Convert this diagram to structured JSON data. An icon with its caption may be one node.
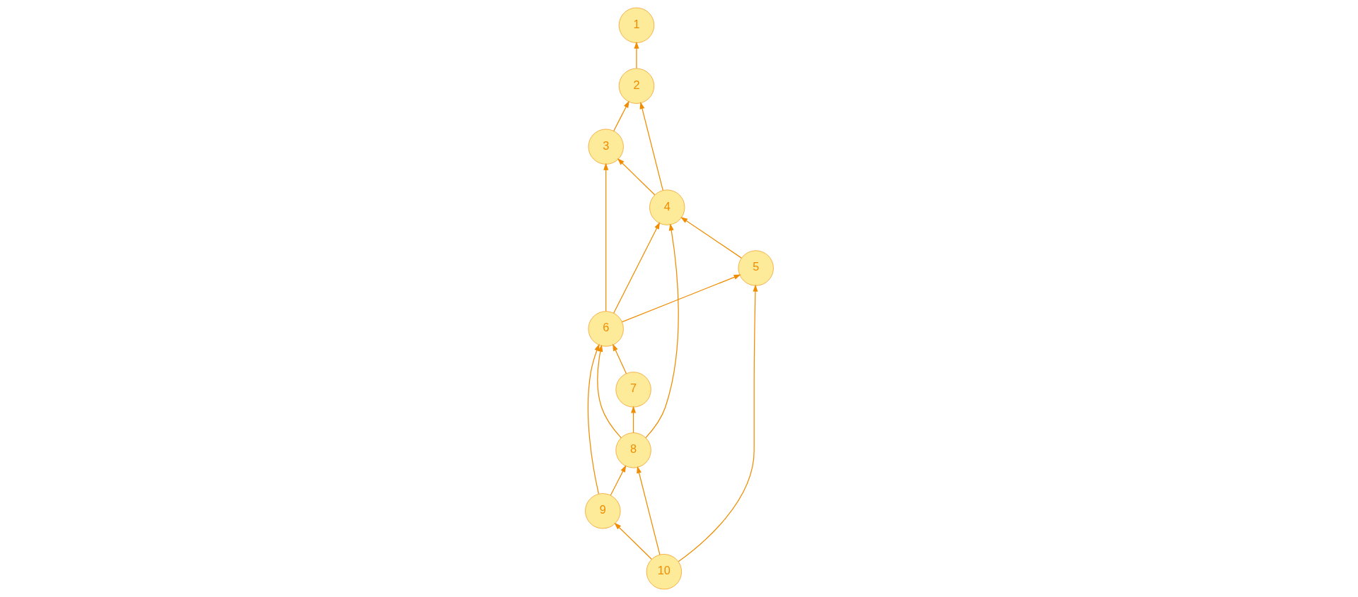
{
  "diagram": {
    "nodes": [
      {
        "text": [
          "1"
        ]
      },
      {
        "text": [
          "2"
        ]
      },
      {
        "text": [
          "3"
        ]
      },
      {
        "text": [
          "4"
        ]
      },
      {
        "text": [
          "5"
        ]
      },
      {
        "text": [
          "6"
        ]
      },
      {
        "text": [
          "7"
        ]
      },
      {
        "text": [
          "8"
        ]
      },
      {
        "text": [
          "9"
        ]
      },
      {
        "text": [
          "10"
        ]
      }
    ],
    "edges": [
      {
        "from": 2,
        "to": 1,
        "arrow": "to"
      },
      {
        "from": 5,
        "to": 2,
        "arrow": "to"
      },
      {
        "from": 5,
        "to": 4,
        "arrow": "to"
      },
      {
        "from": 5,
        "to": 3,
        "arrow": "to"
      },
      {
        "from": 1,
        "to": 0,
        "arrow": "to"
      },
      {
        "from": 3,
        "to": 1,
        "arrow": "to"
      },
      {
        "from": 3,
        "to": 2,
        "arrow": "to"
      },
      {
        "from": 4,
        "to": 3,
        "arrow": "to"
      },
      {
        "from": 7,
        "to": 3,
        "arrow": "to"
      },
      {
        "from": 9,
        "to": 4,
        "arrow": "to"
      },
      {
        "from": 7,
        "to": 5,
        "arrow": "to"
      },
      {
        "from": 7,
        "to": 6,
        "arrow": "to"
      },
      {
        "from": 6,
        "to": 5,
        "arrow": "to"
      },
      {
        "from": 8,
        "to": 5,
        "arrow": "to"
      },
      {
        "from": 8,
        "to": 7,
        "arrow": "to"
      },
      {
        "from": 9,
        "to": 7,
        "arrow": "to"
      },
      {
        "from": 9,
        "to": 8,
        "arrow": "to"
      }
    ]
  }
}
